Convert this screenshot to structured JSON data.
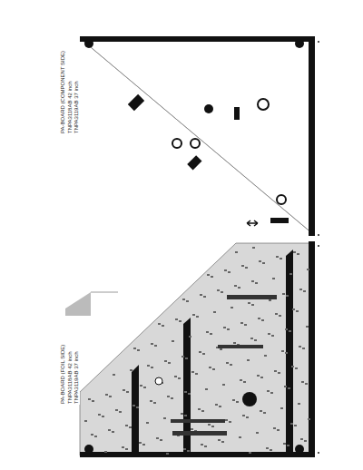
{
  "diagram": {
    "labels": [
      "PA-BOARD (COMPONENT SIDE)",
      "TNPA3118AB 42 inch",
      "TNPA3119AB 37 inch",
      "PA-BOARD (FOIL SIDE)",
      "TNPA3118AB 42 inch",
      "TNPA3119AB 37 inch"
    ]
  }
}
